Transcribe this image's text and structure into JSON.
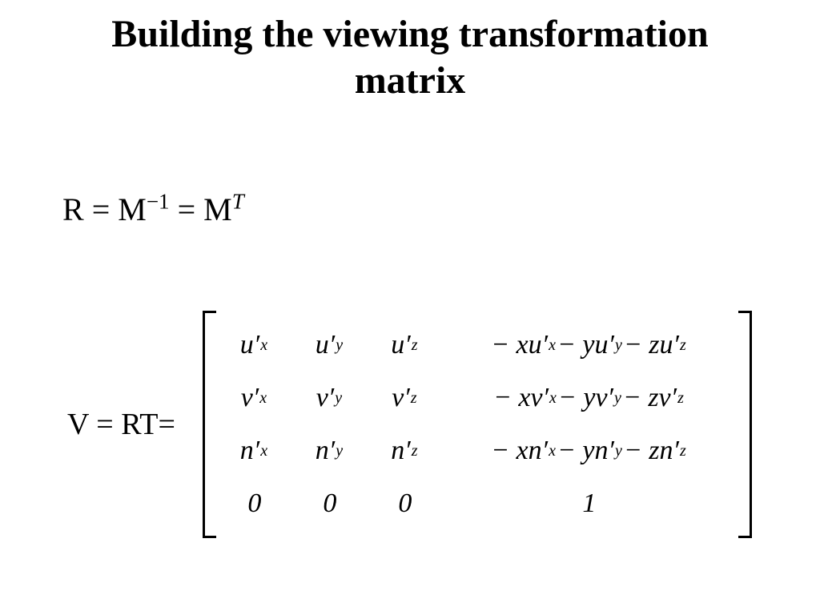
{
  "title": {
    "line1": "Building the viewing transformation",
    "line2": "matrix"
  },
  "equation1": {
    "r": "R",
    "eq1": " = ",
    "m1": "M",
    "sup1": "−1",
    "eq2": " = ",
    "m2": "M",
    "sup2": "T"
  },
  "equation2": {
    "v": "V",
    "eq": " = ",
    "rt": "RT=",
    "matrix": {
      "rows": [
        [
          [
            {
              "t": "u′",
              "s": "x"
            }
          ],
          [
            {
              "t": "u′",
              "s": "y"
            }
          ],
          [
            {
              "t": "u′",
              "s": "z"
            }
          ],
          [
            {
              "t": "− xu′",
              "s": "x"
            },
            {
              "t": " − yu′",
              "s": "y"
            },
            {
              "t": " − zu′",
              "s": "z"
            }
          ]
        ],
        [
          [
            {
              "t": "v′",
              "s": "x"
            }
          ],
          [
            {
              "t": "v′",
              "s": "y"
            }
          ],
          [
            {
              "t": "v′",
              "s": "z"
            }
          ],
          [
            {
              "t": "− xv′",
              "s": "x"
            },
            {
              "t": " − yv′",
              "s": "y"
            },
            {
              "t": " − zv′",
              "s": "z"
            }
          ]
        ],
        [
          [
            {
              "t": "n′",
              "s": "x"
            }
          ],
          [
            {
              "t": "n′",
              "s": "y"
            }
          ],
          [
            {
              "t": "n′",
              "s": "z"
            }
          ],
          [
            {
              "t": "− xn′",
              "s": "x"
            },
            {
              "t": " − yn′",
              "s": "y"
            },
            {
              "t": " − zn′",
              "s": "z"
            }
          ]
        ],
        [
          [
            {
              "t": "0"
            }
          ],
          [
            {
              "t": "0"
            }
          ],
          [
            {
              "t": "0"
            }
          ],
          [
            {
              "t": "1"
            }
          ]
        ]
      ]
    }
  }
}
